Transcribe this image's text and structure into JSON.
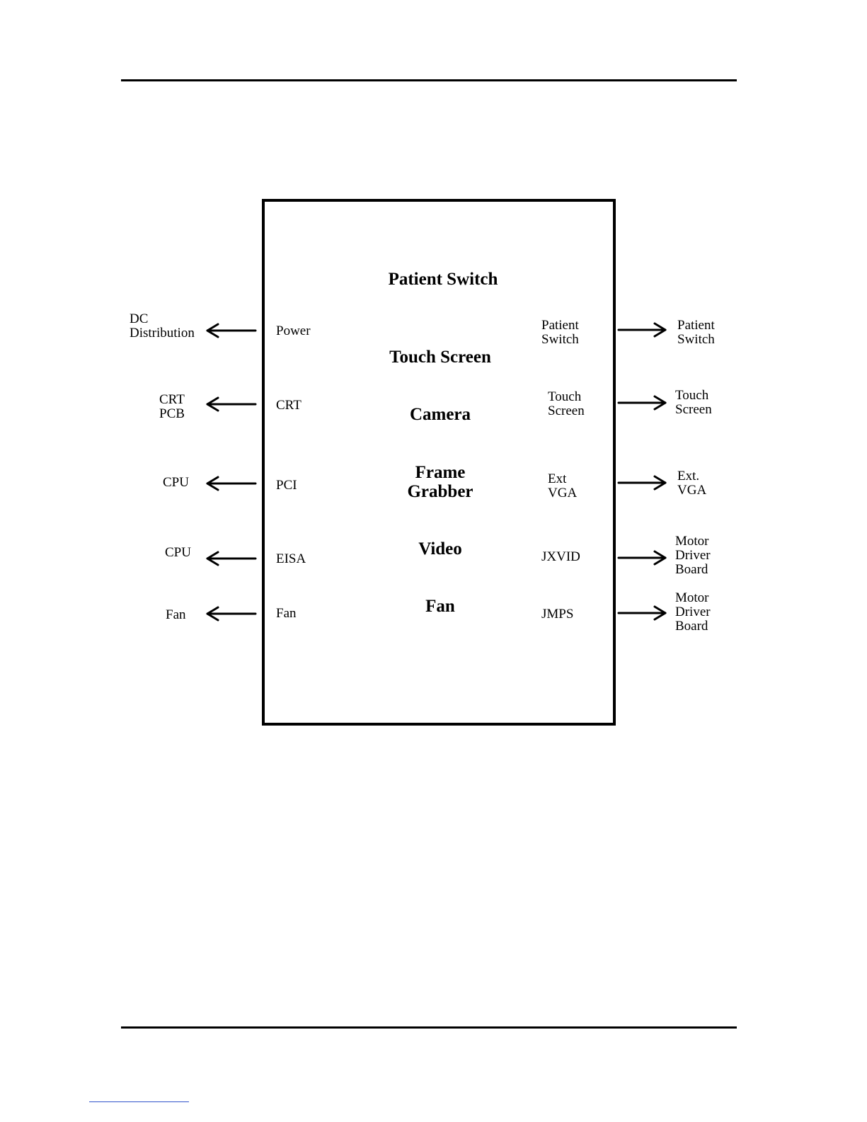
{
  "block_functions": [
    "Patient Switch",
    "Touch Screen",
    "Camera",
    "Frame\nGrabber",
    "Video",
    "Fan"
  ],
  "left_connectors": [
    {
      "port": "Power",
      "target": "DC\nDistribution"
    },
    {
      "port": "CRT",
      "target": "CRT\nPCB"
    },
    {
      "port": "PCI",
      "target": "CPU"
    },
    {
      "port": "EISA",
      "target": "CPU"
    },
    {
      "port": "Fan",
      "target": "Fan"
    }
  ],
  "right_connectors": [
    {
      "port": "Patient\nSwitch",
      "target": "Patient\nSwitch"
    },
    {
      "port": "Touch\nScreen",
      "target": "Touch\nScreen"
    },
    {
      "port": "Ext\nVGA",
      "target": "Ext.\nVGA"
    },
    {
      "port": "JXVID",
      "target": "Motor\nDriver\nBoard"
    },
    {
      "port": "JMPS",
      "target": "Motor\nDriver\nBoard"
    }
  ]
}
